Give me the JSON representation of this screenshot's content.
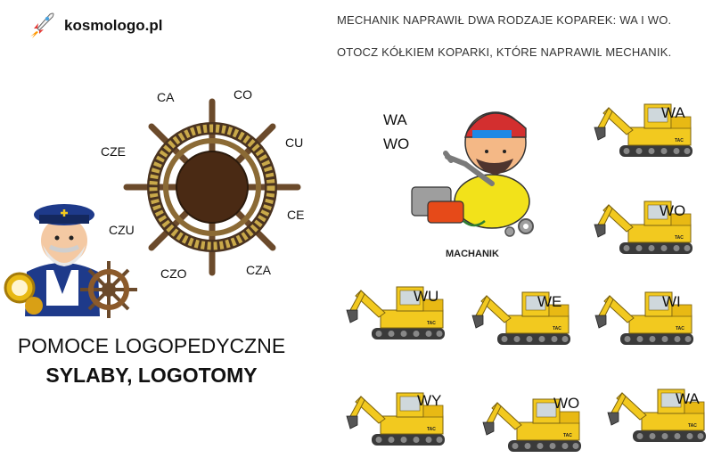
{
  "brand": {
    "name": "kosmologo.pl",
    "icon": "rocket-icon"
  },
  "instructions": [
    "MECHANIK NAPRAWIŁ DWA RODZAJE KOPAREK: WA I WO.",
    "OTOCZ KÓŁKIEM KOPARKI, KTÓRE NAPRAWIŁ MECHANIK."
  ],
  "wheel_syllables": [
    "CA",
    "CO",
    "CU",
    "CE",
    "CZA",
    "CZO",
    "CZU",
    "CZE"
  ],
  "mechanic": {
    "syllables": [
      "WA",
      "WO"
    ],
    "label": "MACHANIK"
  },
  "excavators": [
    {
      "label": "WA"
    },
    {
      "label": "WO"
    },
    {
      "label": "WU"
    },
    {
      "label": "WE"
    },
    {
      "label": "WI"
    },
    {
      "label": "WY"
    },
    {
      "label": "WO"
    },
    {
      "label": "WA"
    }
  ],
  "excavator_brand": "TAC",
  "footer": {
    "line1": "POMOCE LOGOPEDYCZNE",
    "line2": "SYLABY, LOGOTOMY"
  },
  "colors": {
    "excavator": "#f2c91f",
    "wood": "#6b4a2b",
    "rope": "#c9a94a",
    "captain_blue": "#1e3a8a"
  }
}
